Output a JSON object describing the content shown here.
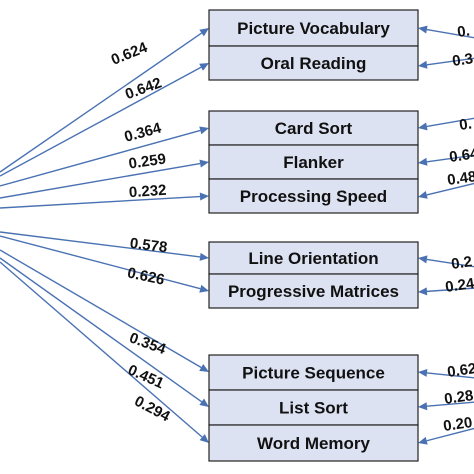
{
  "boxes": [
    {
      "id": "pv",
      "label": "Picture Vocabulary"
    },
    {
      "id": "or",
      "label": "Oral Reading"
    },
    {
      "id": "cs",
      "label": "Card Sort"
    },
    {
      "id": "fl",
      "label": "Flanker"
    },
    {
      "id": "ps",
      "label": "Processing Speed"
    },
    {
      "id": "lo",
      "label": "Line Orientation"
    },
    {
      "id": "pm",
      "label": "Progressive Matrices"
    },
    {
      "id": "psq",
      "label": "Picture Sequence"
    },
    {
      "id": "ls",
      "label": "List Sort"
    },
    {
      "id": "wm",
      "label": "Word Memory"
    }
  ],
  "left_loadings": [
    {
      "target": "pv",
      "value": "0.624"
    },
    {
      "target": "or",
      "value": "0.642"
    },
    {
      "target": "cs",
      "value": "0.364"
    },
    {
      "target": "fl",
      "value": "0.259"
    },
    {
      "target": "ps",
      "value": "0.232"
    },
    {
      "target": "lo",
      "value": "0.578"
    },
    {
      "target": "pm",
      "value": "0.626"
    },
    {
      "target": "psq",
      "value": "0.354"
    },
    {
      "target": "ls",
      "value": "0.451"
    },
    {
      "target": "wm",
      "value": "0.294"
    }
  ],
  "right_loadings": [
    {
      "target": "pv",
      "value": "0."
    },
    {
      "target": "or",
      "value": "0.3"
    },
    {
      "target": "cs",
      "value": "0."
    },
    {
      "target": "fl",
      "value": "0.64"
    },
    {
      "target": "ps",
      "value": "0.48"
    },
    {
      "target": "lo",
      "value": "0.2"
    },
    {
      "target": "pm",
      "value": "0.24"
    },
    {
      "target": "psq",
      "value": "0.62"
    },
    {
      "target": "ls",
      "value": "0.28"
    },
    {
      "target": "wm",
      "value": "0.20"
    }
  ],
  "colors": {
    "arrow": "#4a72b3",
    "box_fill": "#dde2f2",
    "box_stroke": "#222222"
  }
}
